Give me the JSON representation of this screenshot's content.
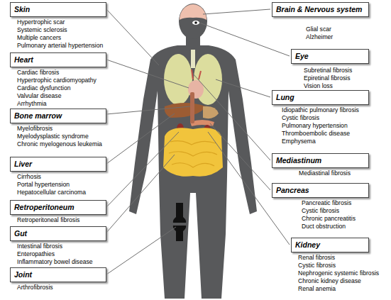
{
  "diagram": {
    "nodes": [
      {
        "text": [
          "Skin",
          "Hypertrophic scar",
          "Systemic sclerosis",
          "Multiple cancers",
          "Pulmonary arterial hypertension"
        ]
      },
      {
        "text": [
          "Heart",
          "Cardiac fibrosis",
          "Hypertrophic cardiomyopathy",
          "Cardiac dysfunction",
          "Valvular disease",
          "Arrhythmia"
        ]
      },
      {
        "text": [
          "Bone marrow",
          "Myelofibrosis",
          "Myelodysplastic syndrome",
          "Chronic myelogenous leukemia"
        ]
      },
      {
        "text": [
          "Liver",
          "Cirrhosis",
          "Portal hypertension",
          "Hepatocellular carcinoma"
        ]
      },
      {
        "text": [
          "Retroperitoneum",
          "Retroperitoneal fibrosis"
        ]
      },
      {
        "text": [
          "Gut",
          "Intestinal fibrosis",
          "Enteropathies",
          "Inflammatory bowel disease"
        ]
      },
      {
        "text": [
          "Joint",
          "Arthrofibrosis"
        ]
      },
      {
        "text": [
          "Brain & Nervous system",
          "Glial scar",
          "Alzheimer"
        ]
      },
      {
        "text": [
          "Eye",
          "Subretinal fibrosis",
          "Epiretinal fibrosis",
          "Vision loss"
        ]
      },
      {
        "text": [
          "Lung",
          "Idiopathic pulmonary fibrosis",
          "Cystic fibrosis",
          "Pulmonary hypertension",
          "Thromboembolic disease",
          "Emphysema"
        ]
      },
      {
        "text": [
          "Mediastinum",
          "Mediastinal fibrosis"
        ]
      },
      {
        "text": [
          "Pancreas",
          "Pancreatic fibrosis",
          "Cystic fibrosis",
          "Chronic pancreatitis",
          "Duct obstruction"
        ]
      },
      {
        "text": [
          "Kidney",
          "Renal fibrosis",
          "Cystic fibrosis",
          "Nephrogenic systemic fibrosis",
          "Chronic kidney disease",
          "Renal anemia"
        ]
      }
    ]
  }
}
